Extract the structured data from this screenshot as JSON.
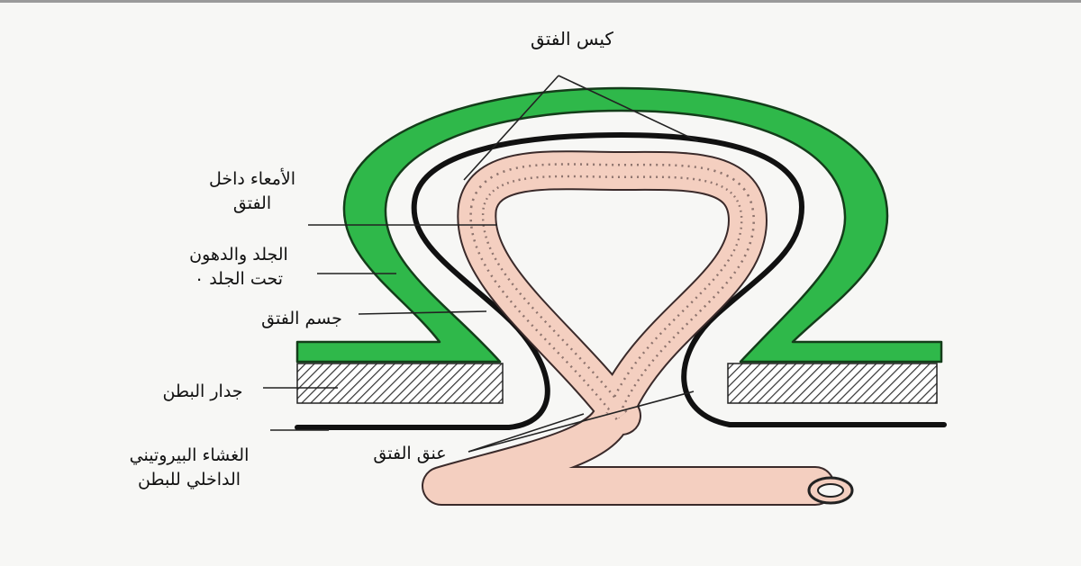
{
  "diagram": {
    "labels": {
      "hernia_sac": "كيس الفتق",
      "intestine_line1": "الأمعاء داخل",
      "intestine_line2": "الفتق",
      "skin_line1": "الجلد والدهون",
      "skin_line2": "تحت الجلد ٠",
      "hernia_body": "جسم الفتق",
      "abdominal_wall": "جدار البطن",
      "peritoneum_line1": "الغشاء البيروتيني",
      "peritoneum_line2": "الداخلي للبطن",
      "hernia_neck": "عنق الفتق"
    },
    "colors": {
      "skin_layer": "#2fb84a",
      "intestine": "#f4cfc0",
      "peritoneum": "#111111",
      "wall_hatch": "#333333",
      "background": "#f7f7f5"
    }
  }
}
